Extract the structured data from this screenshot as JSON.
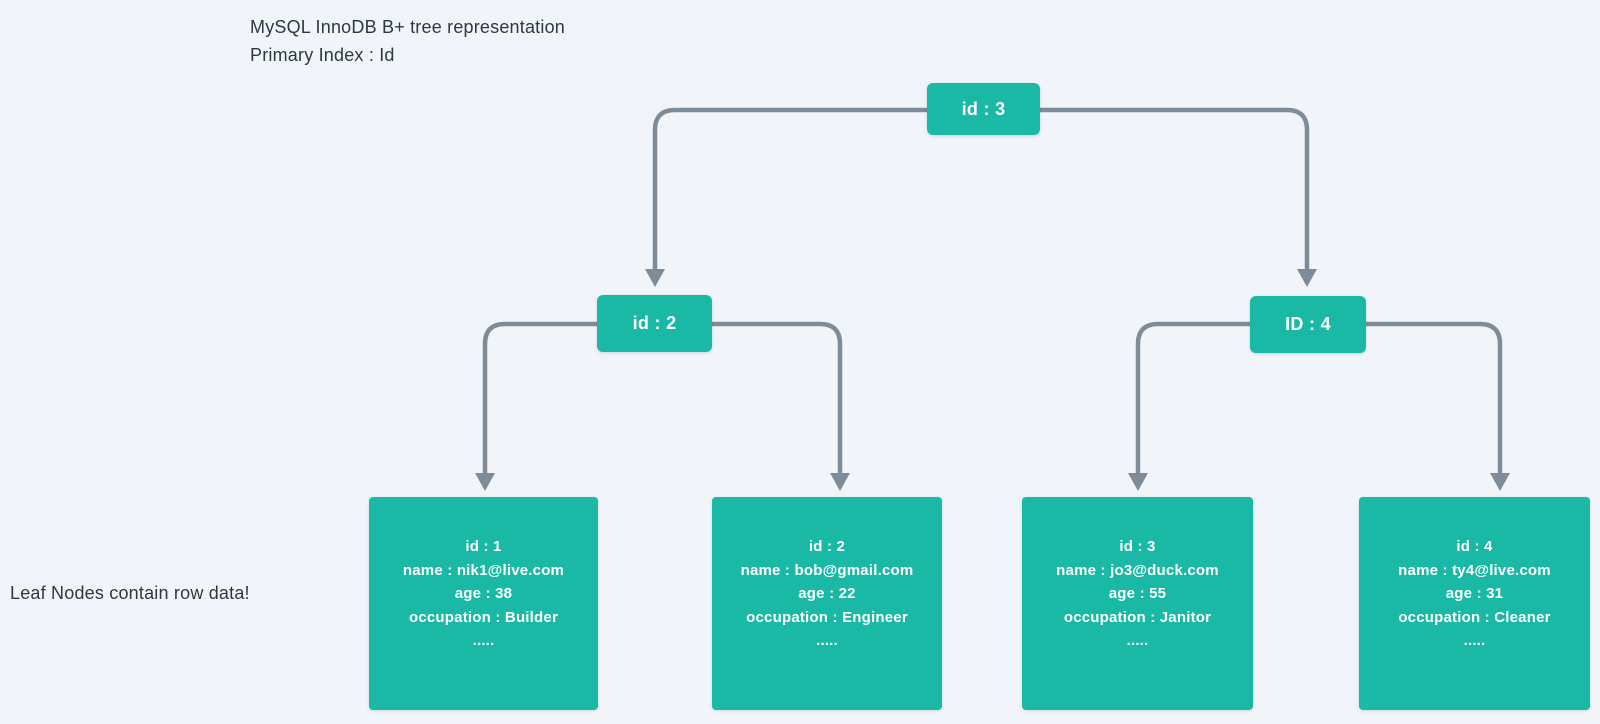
{
  "title": {
    "line1": "MySQL InnoDB B+ tree representation",
    "line2": "Primary Index : Id"
  },
  "caption": "Leaf Nodes contain row data!",
  "colors": {
    "node_fill": "#1ab9a5",
    "node_text": "#ffffff",
    "connector": "#7e8b99",
    "background": "#f1f5f9",
    "title_text": "#2c3845"
  },
  "tree": {
    "root": {
      "label": "id : 3"
    },
    "internal": [
      {
        "label": "id : 2"
      },
      {
        "label": "ID : 4"
      }
    ],
    "leaves": [
      {
        "lines": [
          "id : 1",
          "name : nik1@live.com",
          "age : 38",
          "occupation : Builder",
          "....."
        ]
      },
      {
        "lines": [
          "id : 2",
          "name : bob@gmail.com",
          "age : 22",
          "occupation : Engineer",
          "....."
        ]
      },
      {
        "lines": [
          "id : 3",
          "name : jo3@duck.com",
          "age : 55",
          "occupation : Janitor",
          "....."
        ]
      },
      {
        "lines": [
          "id : 4",
          "name : ty4@live.com",
          "age : 31",
          "occupation : Cleaner",
          "....."
        ]
      }
    ]
  }
}
